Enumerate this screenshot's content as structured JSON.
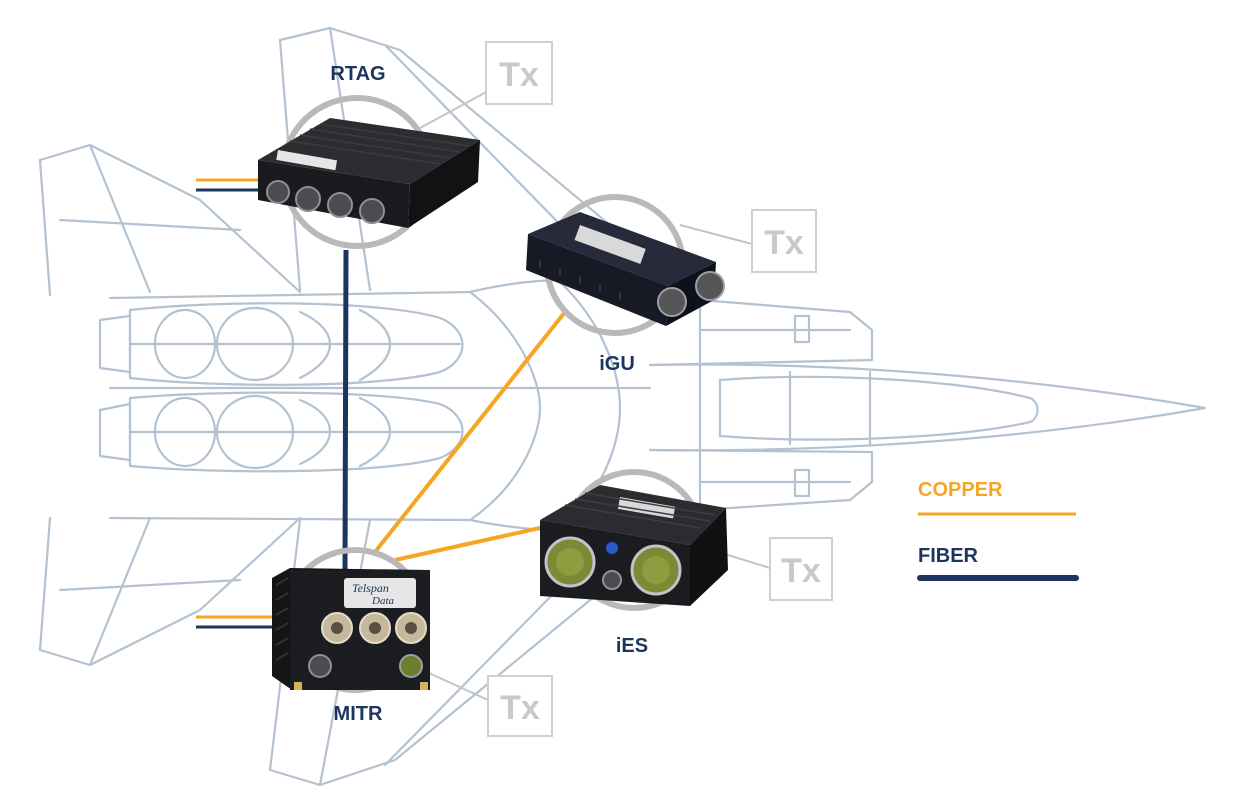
{
  "units": {
    "rtag": {
      "label": "RTAG"
    },
    "igu": {
      "label": "iGU"
    },
    "ies": {
      "label": "iES"
    },
    "mitr": {
      "label": "MITR",
      "brand_line1": "Telspan",
      "brand_line2": "Data"
    }
  },
  "tx_badge": "Tx",
  "legend": {
    "copper": {
      "label": "COPPER",
      "color": "#f5a623"
    },
    "fiber": {
      "label": "FIBER",
      "color": "#1c355e"
    }
  },
  "colors": {
    "outline": "#b3c2d1",
    "label": "#1c355e",
    "ring": "#b9b9b9",
    "device": "#1e2024"
  },
  "icons": [
    "aircraft-outline",
    "rtag-device",
    "igu-device",
    "ies-device",
    "mitr-device"
  ]
}
